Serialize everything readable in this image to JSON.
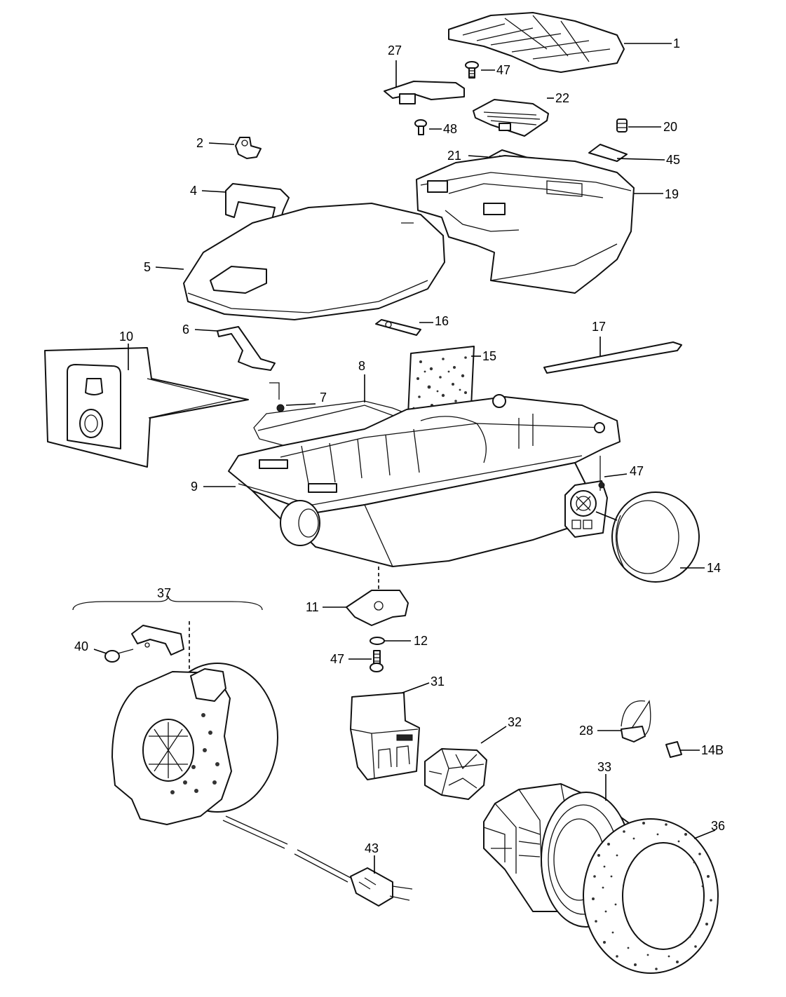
{
  "diagram": {
    "labels": {
      "p1": "1",
      "p2": "2",
      "p4": "4",
      "p5": "5",
      "p6": "6",
      "p7": "7",
      "p8": "8",
      "p9": "9",
      "p10": "10",
      "p11": "11",
      "p12": "12",
      "p14": "14",
      "p14b": "14B",
      "p15": "15",
      "p16": "16",
      "p17": "17",
      "p19": "19",
      "p20": "20",
      "p21": "21",
      "p22": "22",
      "p27": "27",
      "p28": "28",
      "p31": "31",
      "p32": "32",
      "p33": "33",
      "p36": "36",
      "p37": "37",
      "p40": "40",
      "p43": "43",
      "p45": "45",
      "p47a": "47",
      "p47b": "47",
      "p47c": "47",
      "p48": "48"
    }
  }
}
